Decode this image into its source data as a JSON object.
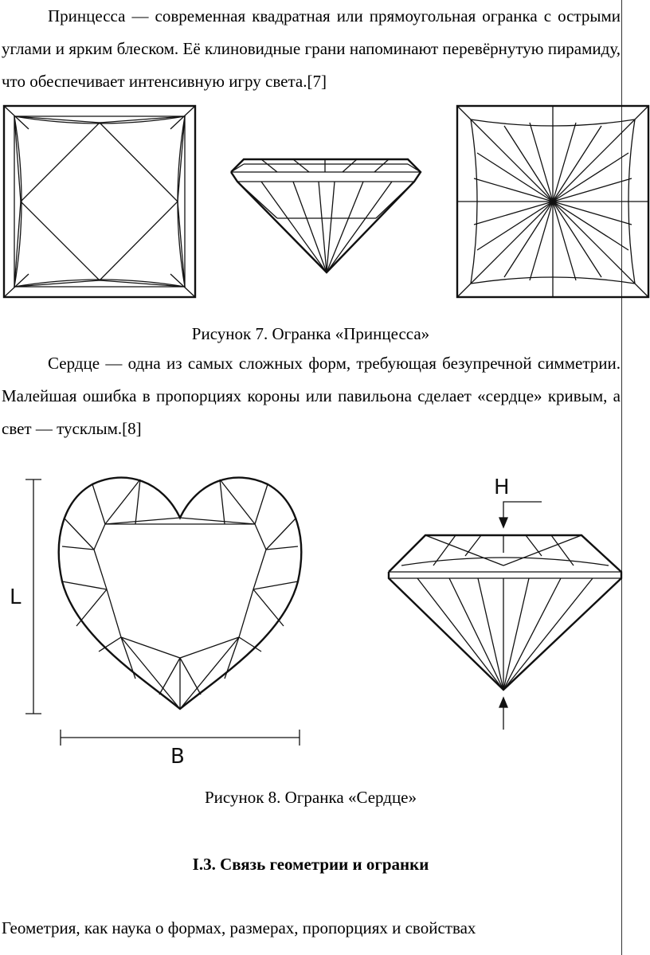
{
  "paragraphs": {
    "princess": "Принцесса — современная квадратная или прямоугольная огранка с острыми углами и ярким блеском. Её клиновидные грани напоминают перевёрнутую пирамиду, что обеспечивает интенсивную игру света.[7]",
    "heart": "Сердце — одна из самых сложных форм, требующая безупречной симметрии. Малейшая ошибка в пропорциях короны или павильона сделает «сердце» кривым, а свет — тусклым.[8]",
    "geometry": "Геометрия, как наука о формах, размерах, пропорциях и свойствах"
  },
  "figures": {
    "princess_caption": "Рисунок 7. Огранка «Принцесса»",
    "heart_caption": "Рисунок 8. Огранка «Сердце»",
    "heart_labels": {
      "length": "L",
      "breadth": "B",
      "height": "H"
    }
  },
  "section": {
    "heading": "I.3. Связь геометрии и огранки"
  }
}
